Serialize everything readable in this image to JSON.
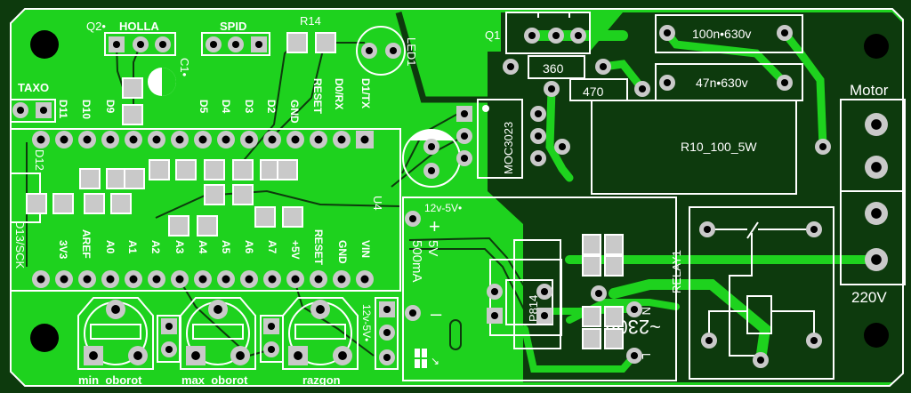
{
  "board": {
    "colors": {
      "copper": "#1ed21e",
      "substrate": "#0d3a0d",
      "silk": "#ffffff",
      "pad": "#c9c9c9"
    },
    "labels": {
      "q2": "Q2•",
      "holla": "HOLLA",
      "spid": "SPID",
      "r14": "R14",
      "led1": "LED1",
      "c1": "C1•",
      "taxo": "TAXO",
      "d12": "D12",
      "d13": "D13/SCK",
      "u4": "U4",
      "q1": "Q1",
      "r360": "360",
      "r470": "470",
      "cap100n": "100n•630v",
      "cap47n": "47n•630v",
      "moc": "MOC3023",
      "r10": "R10_100_5W",
      "motor": "Motor",
      "v220": "220V",
      "relay": "RELAY1",
      "p814": "P814",
      "n": "N",
      "l": "L",
      "ac230": "~230V",
      "psu_in": "12v-5V•",
      "plus": "+",
      "psu_out_v": "5V",
      "psu_out_a": "500mA",
      "minus": "–",
      "jumper": "12v-5V•",
      "pot1": "min  oborot",
      "pot2": "max  oborot",
      "pot3": "razgon"
    },
    "nano_top_pins": [
      "D11",
      "D10",
      "D9",
      "D5",
      "D4",
      "D3",
      "D2",
      "GND",
      "RESET",
      "D0/RX",
      "D1/TX"
    ],
    "nano_bottom_pins": [
      "3V3",
      "AREF",
      "A0",
      "A1",
      "A2",
      "A3",
      "A4",
      "A5",
      "A6",
      "A7",
      "+5V",
      "RESET",
      "GND",
      "VIN"
    ]
  }
}
